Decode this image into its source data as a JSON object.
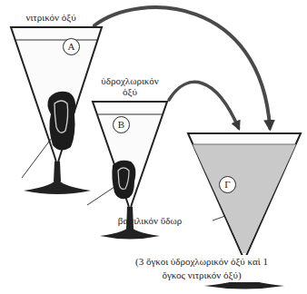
{
  "diagram": {
    "nodes": [
      {
        "text": [
          "νιτρικόν ὀξύ",
          "Α"
        ]
      },
      {
        "text": [
          "ὑδροχλωρικόν ὀξύ",
          "Β"
        ]
      },
      {
        "text": [
          "Γ"
        ]
      }
    ],
    "edges": [
      {
        "from": 0,
        "to": 2,
        "arrow": "to"
      },
      {
        "from": 1,
        "to": 2,
        "arrow": "to"
      }
    ],
    "labels": [
      "βασιλικόν ὕδωρ",
      "(3 ὄγκοι ὑδροχλωρικόν ὀξύ καὶ 1 ὄγκος νιτρικόν ὀξύ)"
    ]
  }
}
